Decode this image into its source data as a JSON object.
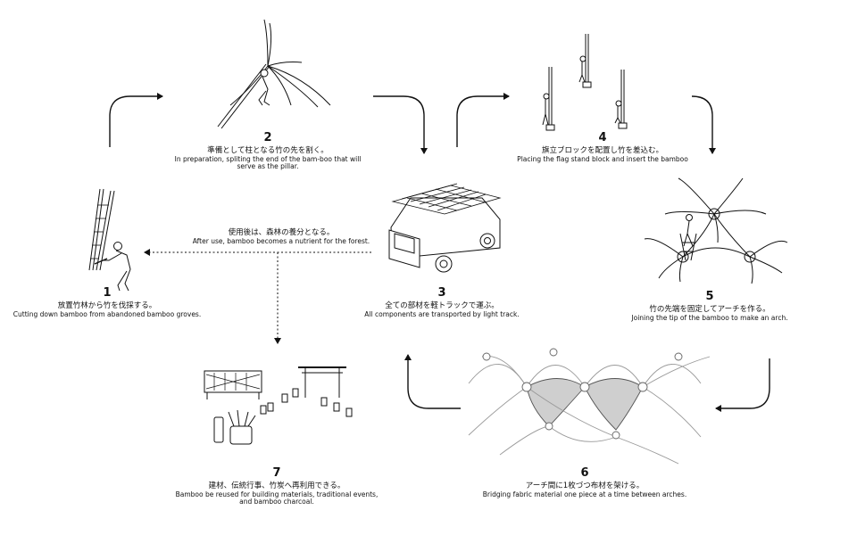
{
  "steps": [
    {
      "num": "1",
      "ja": "放置竹林から竹を伐採する。",
      "en": "Cutting down bamboo from abandoned bamboo groves."
    },
    {
      "num": "2",
      "ja": "準備として柱となる竹の先を割く。",
      "en": "In preparation, spliting the end of the bam-boo that will serve as the pillar."
    },
    {
      "num": "3",
      "ja": "全ての部材を軽トラックで運ぶ。",
      "en": "All components are transported by light track."
    },
    {
      "num": "4",
      "ja": "旗立ブロックを配置し竹を差込む。",
      "en": "Placing the flag stand block and insert the bamboo"
    },
    {
      "num": "5",
      "ja": "竹の先端を固定してアーチを作る。",
      "en": "Joining the tip of the bamboo to make an arch."
    },
    {
      "num": "6",
      "ja": "アーチ間に1枚づつ布材を架ける。",
      "en": "Bridging fabric material one piece at a time between arches."
    },
    {
      "num": "7",
      "ja": "建材、伝統行事、竹炭へ再利用できる。",
      "en": "Bamboo be reused for building materials, traditional events, and bamboo charcoal."
    }
  ],
  "note": {
    "ja": "使用後は、森林の養分となる。",
    "en": "After use, bamboo becomes a nutrient for the forest."
  }
}
